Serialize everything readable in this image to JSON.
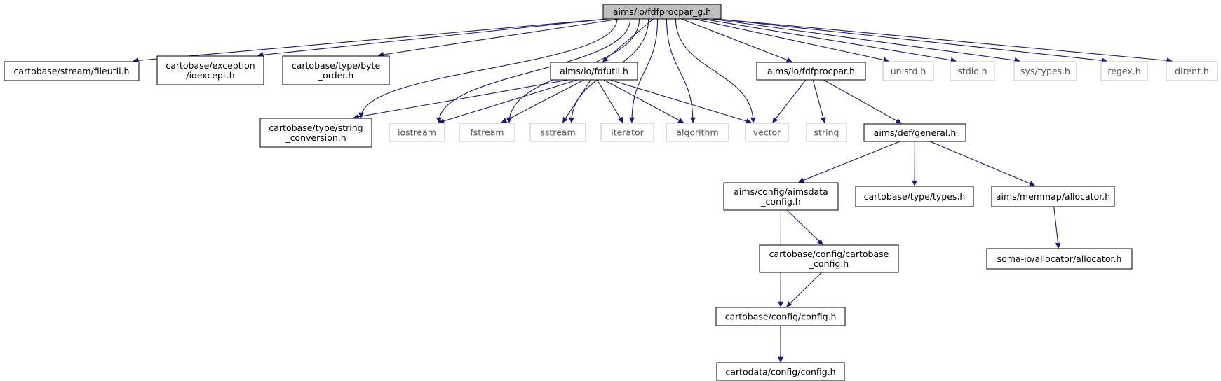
{
  "graph": {
    "title": "",
    "colors": {
      "edge": "#191970",
      "root_fill": "#bfbfbf",
      "ext_border": "#bfbfbf"
    },
    "nodes": [
      {
        "id": "root",
        "label": [
          "aims/io/fdfprocpar_g.h"
        ],
        "kind": "root"
      },
      {
        "id": "fileutil",
        "label": [
          "cartobase/stream/fileutil.h"
        ],
        "kind": "doc"
      },
      {
        "id": "ioexcept",
        "label": [
          "cartobase/exception",
          "/ioexcept.h"
        ],
        "kind": "doc"
      },
      {
        "id": "byteorder",
        "label": [
          "cartobase/type/byte",
          "_order.h"
        ],
        "kind": "doc"
      },
      {
        "id": "fdfutil",
        "label": [
          "aims/io/fdfutil.h"
        ],
        "kind": "doc"
      },
      {
        "id": "fdfprocpar",
        "label": [
          "aims/io/fdfprocpar.h"
        ],
        "kind": "doc"
      },
      {
        "id": "unistd",
        "label": [
          "unistd.h"
        ],
        "kind": "ext"
      },
      {
        "id": "stdio",
        "label": [
          "stdio.h"
        ],
        "kind": "ext"
      },
      {
        "id": "systypes",
        "label": [
          "sys/types.h"
        ],
        "kind": "ext"
      },
      {
        "id": "regex",
        "label": [
          "regex.h"
        ],
        "kind": "ext"
      },
      {
        "id": "dirent",
        "label": [
          "dirent.h"
        ],
        "kind": "ext"
      },
      {
        "id": "strconv",
        "label": [
          "cartobase/type/string",
          "_conversion.h"
        ],
        "kind": "doc"
      },
      {
        "id": "iostream",
        "label": [
          "iostream"
        ],
        "kind": "ext"
      },
      {
        "id": "fstream",
        "label": [
          "fstream"
        ],
        "kind": "ext"
      },
      {
        "id": "sstream",
        "label": [
          "sstream"
        ],
        "kind": "ext"
      },
      {
        "id": "iterator",
        "label": [
          "iterator"
        ],
        "kind": "ext"
      },
      {
        "id": "algorithm",
        "label": [
          "algorithm"
        ],
        "kind": "ext"
      },
      {
        "id": "vector",
        "label": [
          "vector"
        ],
        "kind": "ext"
      },
      {
        "id": "string",
        "label": [
          "string"
        ],
        "kind": "ext"
      },
      {
        "id": "general",
        "label": [
          "aims/def/general.h"
        ],
        "kind": "doc"
      },
      {
        "id": "aimsdata",
        "label": [
          "aims/config/aimsdata",
          "_config.h"
        ],
        "kind": "doc"
      },
      {
        "id": "types",
        "label": [
          "cartobase/type/types.h"
        ],
        "kind": "doc"
      },
      {
        "id": "memalloc",
        "label": [
          "aims/memmap/allocator.h"
        ],
        "kind": "doc"
      },
      {
        "id": "cbconfig",
        "label": [
          "cartobase/config/cartobase",
          "_config.h"
        ],
        "kind": "doc"
      },
      {
        "id": "somaalloc",
        "label": [
          "soma-io/allocator/allocator.h"
        ],
        "kind": "doc"
      },
      {
        "id": "config",
        "label": [
          "cartobase/config/config.h"
        ],
        "kind": "doc"
      },
      {
        "id": "cdconfig",
        "label": [
          "cartodata/config/config.h"
        ],
        "kind": "doc"
      }
    ],
    "edges": [
      [
        "root",
        "fileutil"
      ],
      [
        "root",
        "ioexcept"
      ],
      [
        "root",
        "byteorder"
      ],
      [
        "root",
        "fdfutil"
      ],
      [
        "root",
        "fdfprocpar"
      ],
      [
        "root",
        "unistd"
      ],
      [
        "root",
        "stdio"
      ],
      [
        "root",
        "systypes"
      ],
      [
        "root",
        "regex"
      ],
      [
        "root",
        "dirent"
      ],
      [
        "root",
        "strconv"
      ],
      [
        "root",
        "iostream"
      ],
      [
        "root",
        "fstream"
      ],
      [
        "root",
        "sstream"
      ],
      [
        "root",
        "iterator"
      ],
      [
        "root",
        "algorithm"
      ],
      [
        "root",
        "vector"
      ],
      [
        "fdfutil",
        "strconv"
      ],
      [
        "fdfutil",
        "iostream"
      ],
      [
        "fdfutil",
        "fstream"
      ],
      [
        "fdfutil",
        "sstream"
      ],
      [
        "fdfutil",
        "iterator"
      ],
      [
        "fdfutil",
        "algorithm"
      ],
      [
        "fdfutil",
        "vector"
      ],
      [
        "fdfprocpar",
        "vector"
      ],
      [
        "fdfprocpar",
        "string"
      ],
      [
        "fdfprocpar",
        "general"
      ],
      [
        "general",
        "aimsdata"
      ],
      [
        "general",
        "types"
      ],
      [
        "general",
        "memalloc"
      ],
      [
        "aimsdata",
        "cbconfig"
      ],
      [
        "aimsdata",
        "config"
      ],
      [
        "cbconfig",
        "config"
      ],
      [
        "memalloc",
        "somaalloc"
      ],
      [
        "config",
        "cdconfig"
      ]
    ]
  }
}
